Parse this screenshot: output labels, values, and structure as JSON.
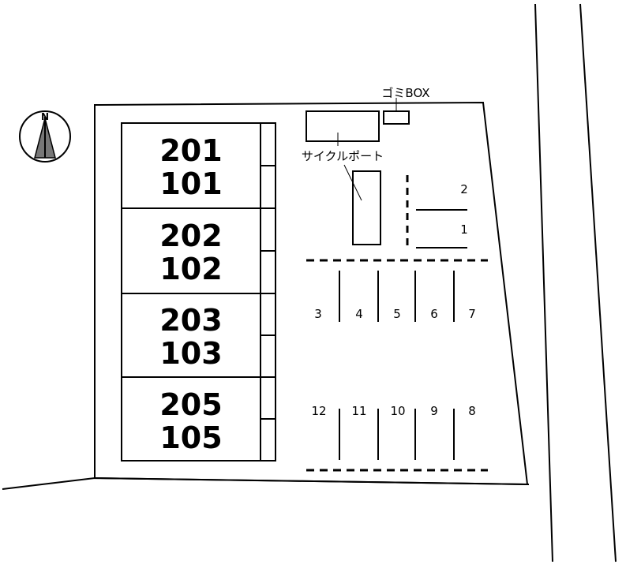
{
  "compass": {
    "label": "N"
  },
  "units": [
    {
      "upper": "201",
      "lower": "101"
    },
    {
      "upper": "202",
      "lower": "102"
    },
    {
      "upper": "203",
      "lower": "103"
    },
    {
      "upper": "205",
      "lower": "105"
    }
  ],
  "facilities": {
    "garbage_box": "ゴミBOX",
    "cycle_port": "サイクルポート"
  },
  "parking": {
    "side_spaces": [
      "2",
      "1"
    ],
    "upper_row": [
      "3",
      "4",
      "5",
      "6",
      "7"
    ],
    "lower_row": [
      "12",
      "11",
      "10",
      "9",
      "8"
    ]
  }
}
